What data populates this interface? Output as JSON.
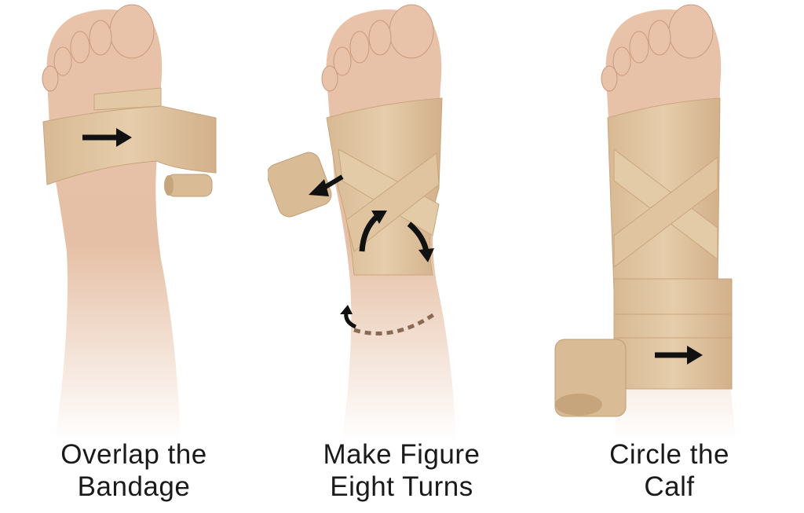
{
  "panels": [
    {
      "caption_line1": "Overlap the",
      "caption_line2": "Bandage"
    },
    {
      "caption_line1": "Make Figure",
      "caption_line2": "Eight Turns"
    },
    {
      "caption_line1": "Circle the",
      "caption_line2": "Calf"
    }
  ],
  "colors": {
    "skin": "#e9c3a9",
    "skin_shade": "#d7a688",
    "bandage": "#dec3a0",
    "bandage_edge": "#c8a57d",
    "arrow": "#111111",
    "caption": "#1a1a1a"
  },
  "icons": [
    "right-arrow-icon",
    "left-arrow-icon",
    "curved-arrow-icon",
    "circular-arrow-icon"
  ]
}
